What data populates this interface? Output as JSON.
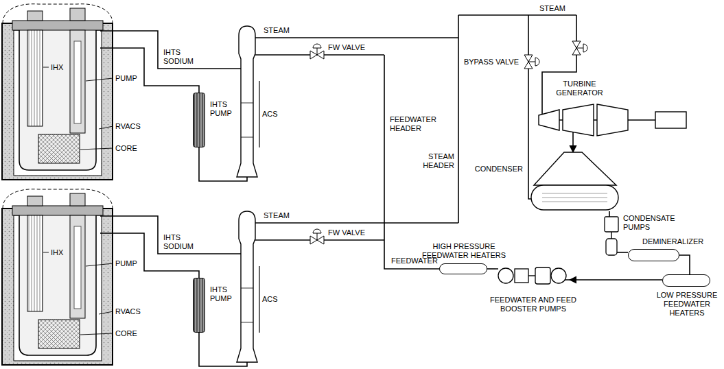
{
  "diagram": {
    "nodes": [
      {
        "text": [
          "IHTS PUMP"
        ]
      },
      {
        "text": [
          "IHTS PUMP"
        ]
      },
      {
        "text": [
          "TURBINE GENERATOR"
        ]
      },
      {
        "text": [
          "CONDENSER"
        ]
      },
      {
        "text": [
          "CONDENSATE PUMPS"
        ]
      },
      {
        "text": [
          "DEMINERALIZER"
        ]
      },
      {
        "text": [
          "LOW PRESSURE FEEDWATER HEATERS"
        ]
      },
      {
        "text": [
          "FEEDWATER AND FEED BOOSTER PUMPS"
        ]
      },
      {
        "text": [
          "HIGH PRESSURE FEEDWATER HEATERS"
        ]
      }
    ],
    "edges": [
      {
        "from": 2,
        "to": 3,
        "arrow": "to"
      },
      {
        "from": 3,
        "to": 4,
        "arrow": "none"
      },
      {
        "from": 4,
        "to": 5,
        "arrow": "none"
      },
      {
        "from": 5,
        "to": 6,
        "arrow": "none"
      },
      {
        "from": 6,
        "to": 7,
        "arrow": "to"
      },
      {
        "from": 7,
        "to": 8,
        "arrow": "none"
      }
    ],
    "labels": [
      "IHX",
      "PUMP",
      "RVACS",
      "CORE",
      "IHTS SODIUM",
      "STEAM",
      "FW VALVE",
      "ACS",
      "IHX",
      "PUMP",
      "RVACS",
      "CORE",
      "IHTS SODIUM",
      "STEAM",
      "FW VALVE",
      "ACS",
      "STEAM",
      "BYPASS VALVE",
      "STEAM HEADER",
      "FEEDWATER HEADER",
      "FEEDWATER"
    ]
  }
}
